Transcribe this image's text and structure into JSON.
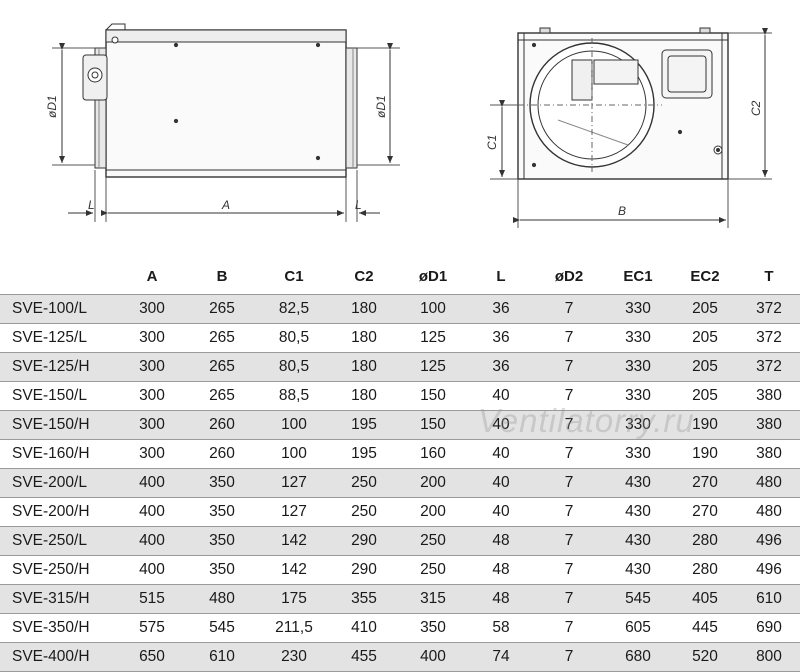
{
  "drawing_labels": {
    "side_view": {
      "d1_left": "øD1",
      "d1_right": "øD1",
      "a": "A",
      "l_left": "L",
      "l_right": "L"
    },
    "front_view": {
      "c1": "C1",
      "c2": "C2",
      "b": "B"
    }
  },
  "table": {
    "headers": [
      "",
      "A",
      "B",
      "C1",
      "C2",
      "øD1",
      "L",
      "øD2",
      "EC1",
      "EC2",
      "T"
    ],
    "rows": [
      [
        "SVE-100/L",
        "300",
        "265",
        "82,5",
        "180",
        "100",
        "36",
        "7",
        "330",
        "205",
        "372"
      ],
      [
        "SVE-125/L",
        "300",
        "265",
        "80,5",
        "180",
        "125",
        "36",
        "7",
        "330",
        "205",
        "372"
      ],
      [
        "SVE-125/H",
        "300",
        "265",
        "80,5",
        "180",
        "125",
        "36",
        "7",
        "330",
        "205",
        "372"
      ],
      [
        "SVE-150/L",
        "300",
        "265",
        "88,5",
        "180",
        "150",
        "40",
        "7",
        "330",
        "205",
        "380"
      ],
      [
        "SVE-150/H",
        "300",
        "260",
        "100",
        "195",
        "150",
        "40",
        "7",
        "330",
        "190",
        "380"
      ],
      [
        "SVE-160/H",
        "300",
        "260",
        "100",
        "195",
        "160",
        "40",
        "7",
        "330",
        "190",
        "380"
      ],
      [
        "SVE-200/L",
        "400",
        "350",
        "127",
        "250",
        "200",
        "40",
        "7",
        "430",
        "270",
        "480"
      ],
      [
        "SVE-200/H",
        "400",
        "350",
        "127",
        "250",
        "200",
        "40",
        "7",
        "430",
        "270",
        "480"
      ],
      [
        "SVE-250/L",
        "400",
        "350",
        "142",
        "290",
        "250",
        "48",
        "7",
        "430",
        "280",
        "496"
      ],
      [
        "SVE-250/H",
        "400",
        "350",
        "142",
        "290",
        "250",
        "48",
        "7",
        "430",
        "280",
        "496"
      ],
      [
        "SVE-315/H",
        "515",
        "480",
        "175",
        "355",
        "315",
        "48",
        "7",
        "545",
        "405",
        "610"
      ],
      [
        "SVE-350/H",
        "575",
        "545",
        "211,5",
        "410",
        "350",
        "58",
        "7",
        "605",
        "445",
        "690"
      ],
      [
        "SVE-400/H",
        "650",
        "610",
        "230",
        "455",
        "400",
        "74",
        "7",
        "680",
        "520",
        "800"
      ]
    ]
  },
  "watermark": "Ventilatorry.ru"
}
